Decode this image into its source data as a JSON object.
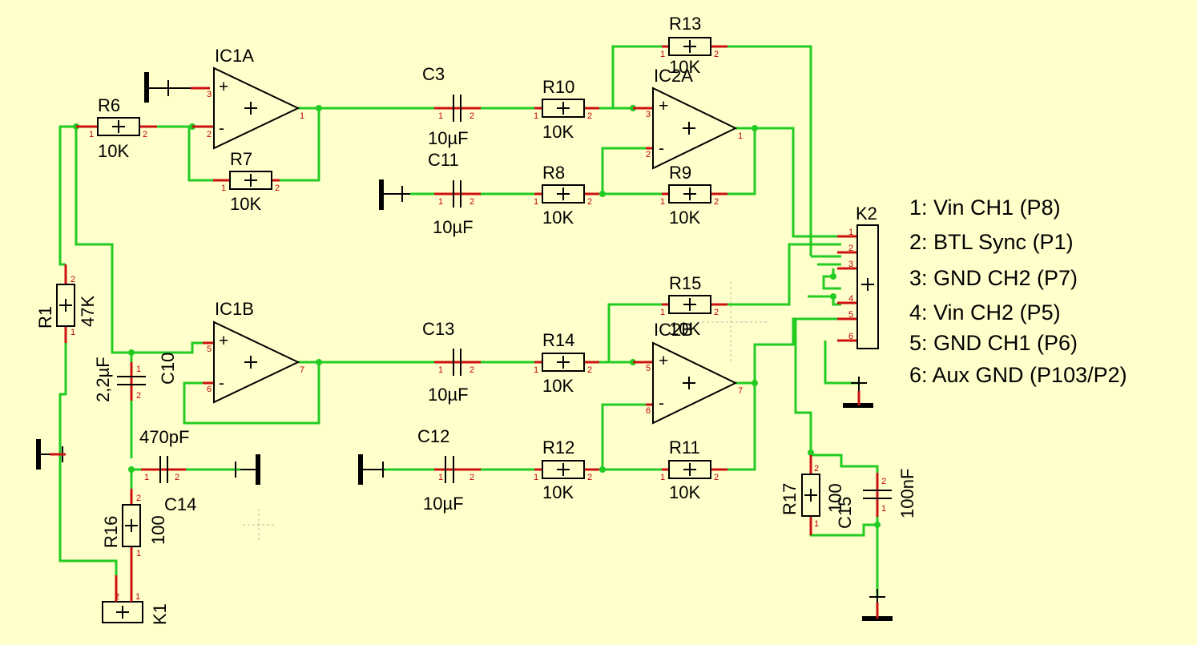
{
  "components": {
    "ic1a": "IC1A",
    "ic1b": "IC1B",
    "ic2a": "IC2A",
    "ic2b": "IC2B",
    "r1": {
      "name": "R1",
      "value": "47K"
    },
    "r6": {
      "name": "R6",
      "value": "10K"
    },
    "r7": {
      "name": "R7",
      "value": "10K"
    },
    "r8": {
      "name": "R8",
      "value": "10K"
    },
    "r9": {
      "name": "R9",
      "value": "10K"
    },
    "r10": {
      "name": "R10",
      "value": "10K"
    },
    "r11": {
      "name": "R11",
      "value": "10K"
    },
    "r12": {
      "name": "R12",
      "value": "10K"
    },
    "r13": {
      "name": "R13",
      "value": "10K"
    },
    "r14": {
      "name": "R14",
      "value": "10K"
    },
    "r15": {
      "name": "R15",
      "value": "10K"
    },
    "r16": {
      "name": "R16",
      "value": "100"
    },
    "r17": {
      "name": "R17",
      "value": "100"
    },
    "c3": {
      "name": "C3",
      "value": "10µF"
    },
    "c10": {
      "name": "C10",
      "value": "2,2µF"
    },
    "c11": {
      "name": "C11",
      "value": "10µF"
    },
    "c12": {
      "name": "C12",
      "value": "10µF"
    },
    "c13": {
      "name": "C13",
      "value": "10µF"
    },
    "c14": {
      "name": "C14",
      "value": "470pF"
    },
    "c15": {
      "name": "C15",
      "value": "100nF"
    },
    "k1": "K1",
    "k2": "K2"
  },
  "legend": [
    "1: Vin CH1 (P8)",
    "2: BTL Sync (P1)",
    "3: GND CH2 (P7)",
    "4: Vin CH2 (P5)",
    "5: GND CH1 (P6)",
    "6: Aux GND (P103/P2)"
  ],
  "colors": {
    "background": "#ffffcc",
    "wire": "#22cc22",
    "pin_lead": "#cc1111",
    "outline": "#000000"
  }
}
